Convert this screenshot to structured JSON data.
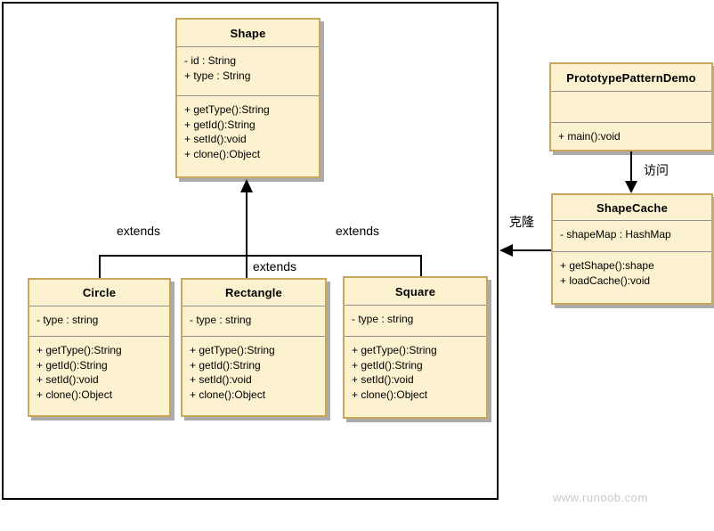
{
  "classes": {
    "shape": {
      "name": "Shape",
      "attributes": [
        "- id : String",
        "+ type : String"
      ],
      "methods": [
        "+ getType():String",
        "+ getId():String",
        "+ setId():void",
        "+ clone():Object"
      ]
    },
    "circle": {
      "name": "Circle",
      "attributes": [
        "- type : string"
      ],
      "methods": [
        "+ getType():String",
        "+ getId():String",
        "+ setId():void",
        "+ clone():Object"
      ]
    },
    "rectangle": {
      "name": "Rectangle",
      "attributes": [
        "- type : string"
      ],
      "methods": [
        "+ getType():String",
        "+ getId():String",
        "+ setId():void",
        "+ clone():Object"
      ]
    },
    "square": {
      "name": "Square",
      "attributes": [
        "- type : string"
      ],
      "methods": [
        "+ getType():String",
        "+ getId():String",
        "+ setId():void",
        "+ clone():Object"
      ]
    },
    "demo": {
      "name": "PrototypePatternDemo",
      "attributes": [],
      "methods": [
        "+ main():void"
      ]
    },
    "cache": {
      "name": "ShapeCache",
      "attributes": [
        "- shapeMap : HashMap"
      ],
      "methods": [
        "+ getShape():shape",
        "+ loadCache():void"
      ]
    }
  },
  "edges": {
    "extends_left_label": "extends",
    "extends_center_label": "extends",
    "extends_right_label": "extends",
    "access_label": "访问",
    "clone_label": "克隆"
  },
  "watermark": "www.runoob.com",
  "colors": {
    "class_fill": "#FCF2CF",
    "class_border": "#C9A75A",
    "separator": "#909090",
    "shadow": "#ABABAB",
    "line": "#000000",
    "watermark_text": "#C9C9C9"
  }
}
